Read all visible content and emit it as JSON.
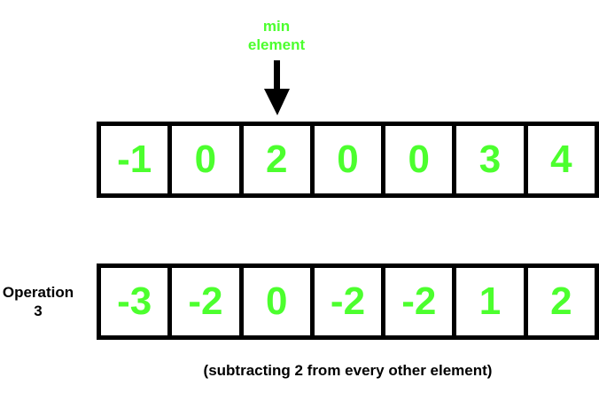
{
  "annotation": {
    "min_label_line1": "min",
    "min_label_line2": "element",
    "highlight_color": "#4cff2e",
    "arrow_icon": "down-arrow-icon"
  },
  "original_array": [
    "-1",
    "0",
    "2",
    "0",
    "0",
    "3",
    "4"
  ],
  "operation": {
    "label_line1": "Operation",
    "label_line2": "3"
  },
  "result_array": [
    "-3",
    "-2",
    "0",
    "-2",
    "-2",
    "1",
    "2"
  ],
  "caption": "(subtracting 2 from every other element)"
}
